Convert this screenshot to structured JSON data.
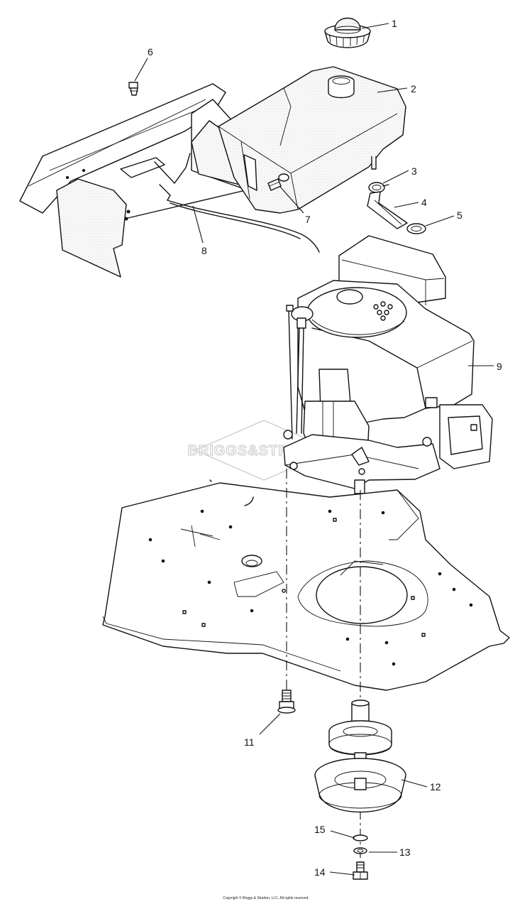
{
  "watermark": "BRIGGS&STRATTON",
  "copyright": "Copyright © Briggs & Stratton, LLC. All rights reserved.",
  "callouts": [
    {
      "id": "1",
      "label": "1"
    },
    {
      "id": "2",
      "label": "2"
    },
    {
      "id": "3",
      "label": "3"
    },
    {
      "id": "4",
      "label": "4"
    },
    {
      "id": "5",
      "label": "5"
    },
    {
      "id": "6",
      "label": "6"
    },
    {
      "id": "7",
      "label": "7"
    },
    {
      "id": "8",
      "label": "8"
    },
    {
      "id": "9",
      "label": "9"
    },
    {
      "id": "11",
      "label": "11"
    },
    {
      "id": "12",
      "label": "12"
    },
    {
      "id": "13",
      "label": "13"
    },
    {
      "id": "14",
      "label": "14"
    },
    {
      "id": "15",
      "label": "15"
    }
  ]
}
